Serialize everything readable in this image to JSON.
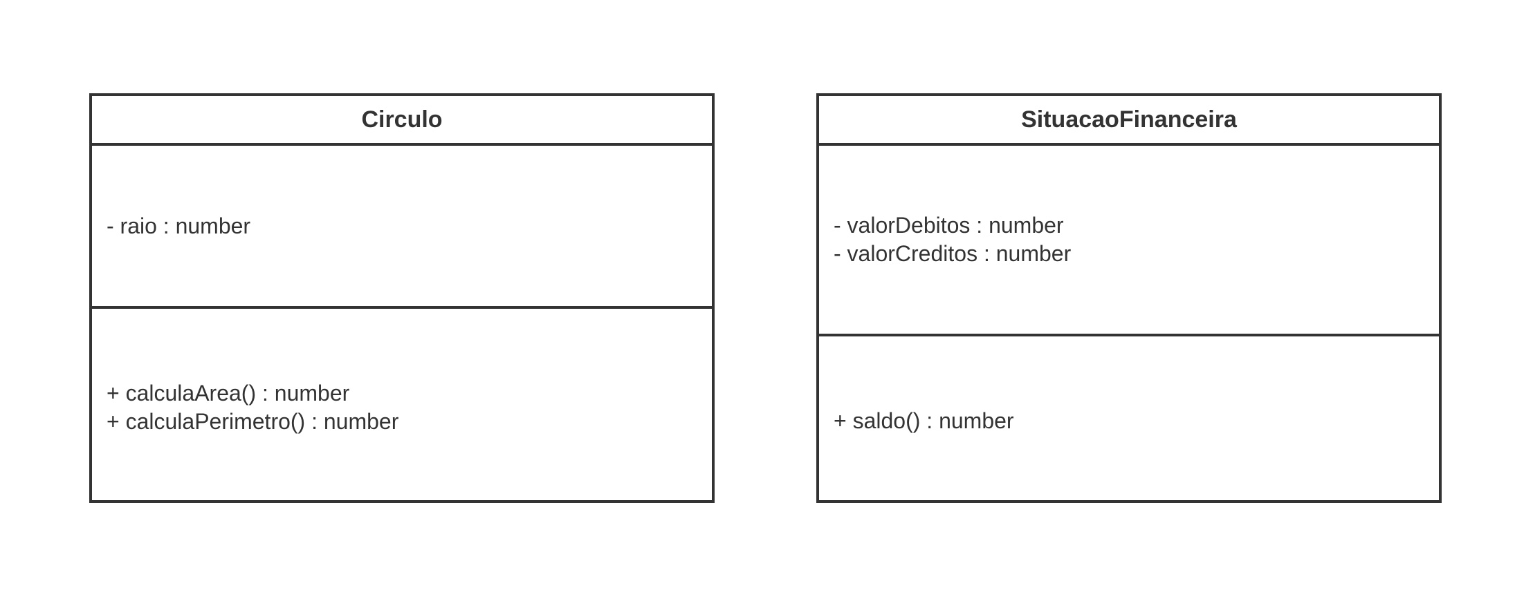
{
  "classes": [
    {
      "name": "Circulo",
      "attributes": [
        "- raio : number"
      ],
      "methods": [
        "+ calculaArea() : number",
        "+ calculaPerimetro() : number"
      ]
    },
    {
      "name": "SituacaoFinanceira",
      "attributes": [
        "- valorDebitos : number",
        "- valorCreditos : number"
      ],
      "methods": [
        "+ saldo() : number"
      ]
    }
  ]
}
